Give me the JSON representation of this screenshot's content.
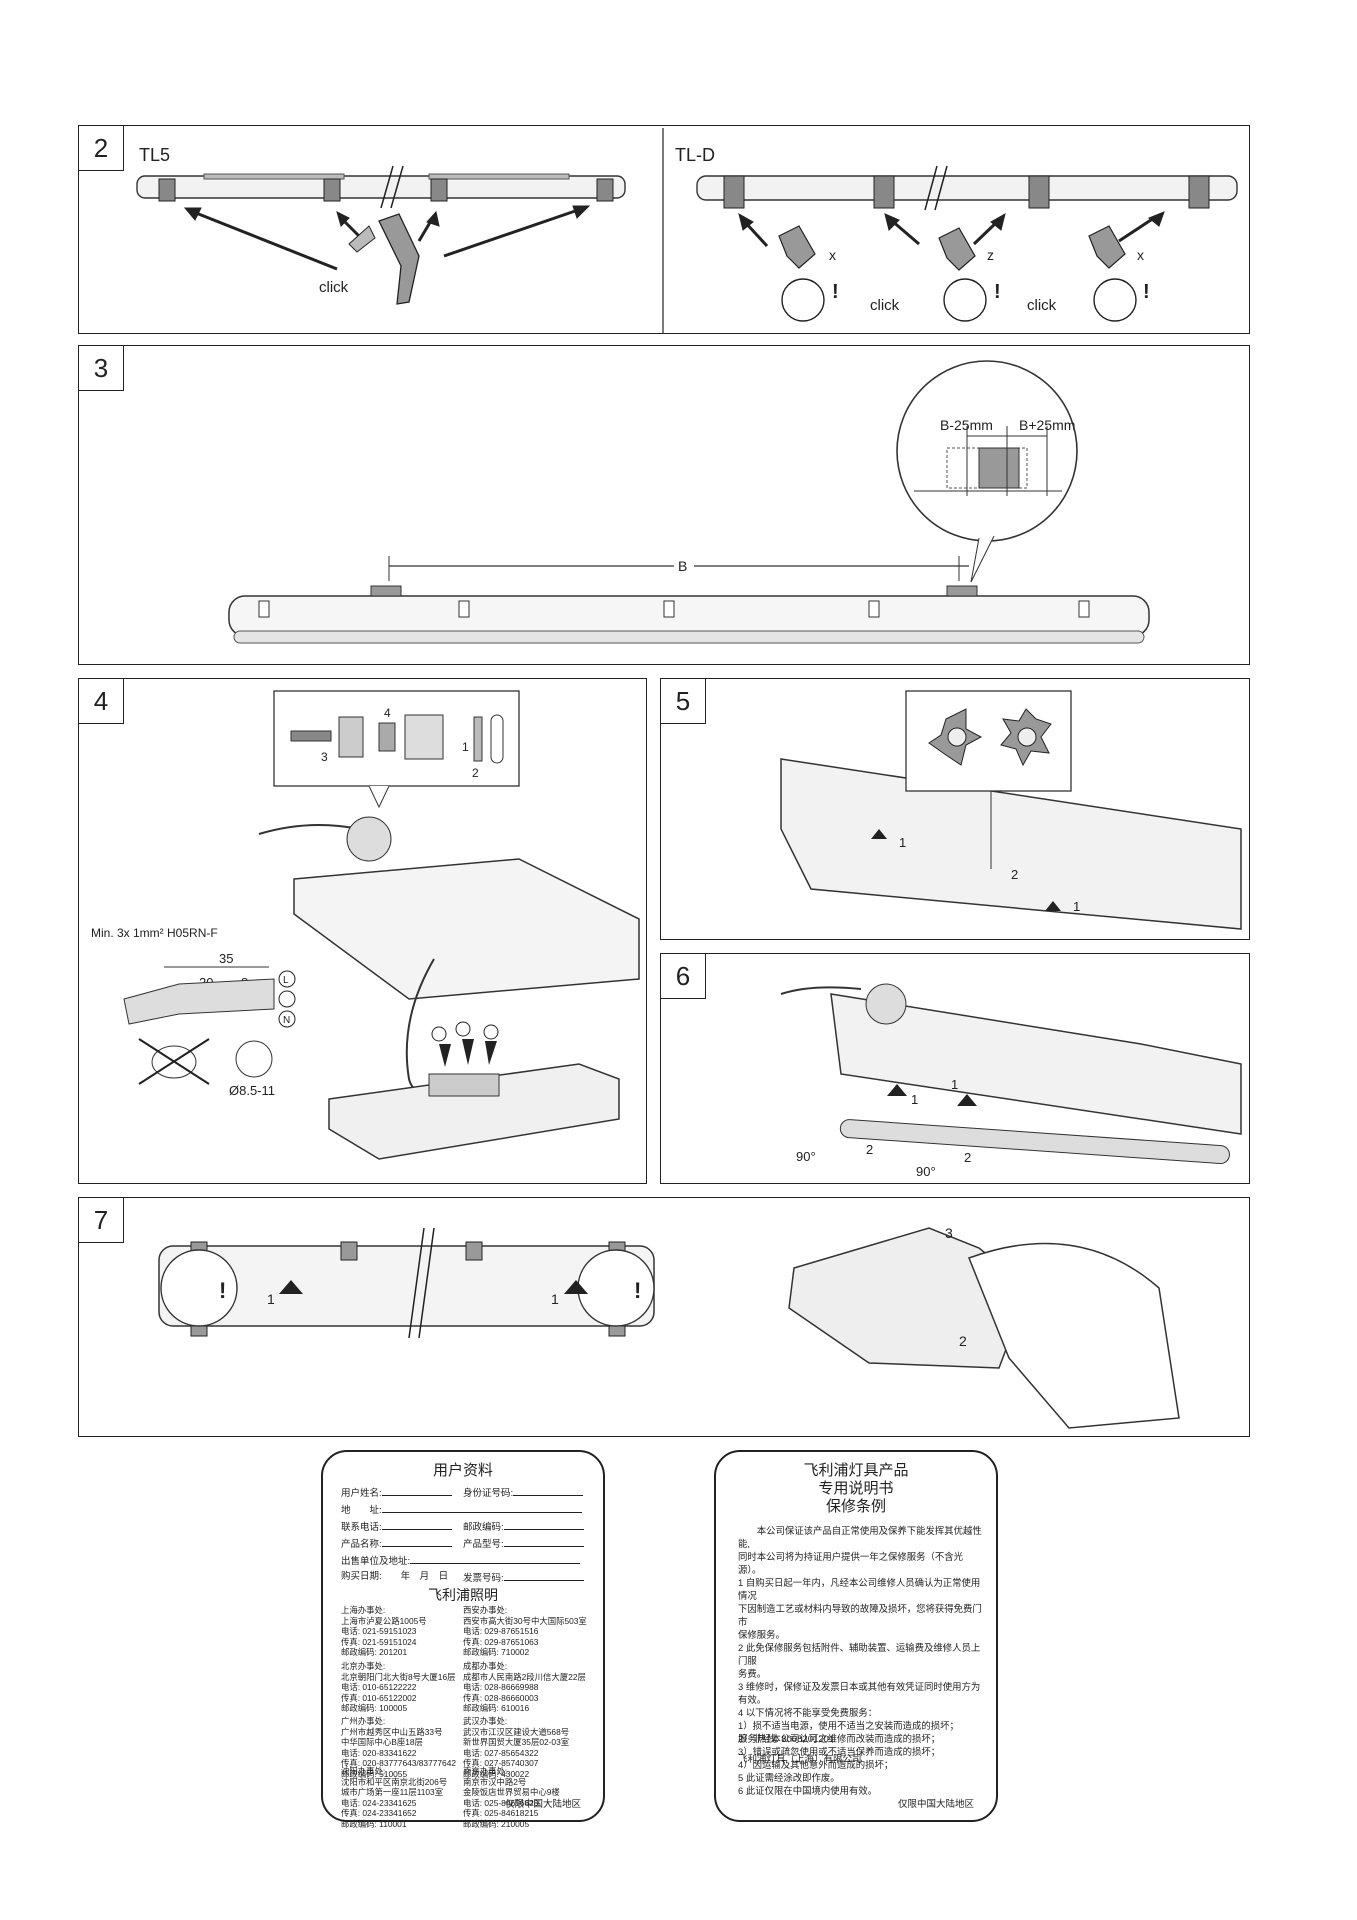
{
  "steps": {
    "s2": {
      "num": "2",
      "left_label": "TL5",
      "right_label": "TL-D",
      "click": "click",
      "x": "x",
      "z": "z",
      "excl": "!"
    },
    "s3": {
      "num": "3",
      "b_minus": "B-25mm",
      "b_plus": "B+25mm",
      "b": "B"
    },
    "s4": {
      "num": "4",
      "cable": "Min. 3x 1mm²  H05RN-F",
      "d35": "35",
      "d20": "20",
      "d8": "8",
      "dia": "Ø8.5-11",
      "n1": "1",
      "n2": "2",
      "n3": "3",
      "n4": "4",
      "L": "L",
      "N": "N"
    },
    "s5": {
      "num": "5",
      "n1": "1",
      "n2": "2"
    },
    "s6": {
      "num": "6",
      "n1": "1",
      "n2": "2",
      "deg": "90°"
    },
    "s7": {
      "num": "7",
      "n1": "1",
      "n2": "2",
      "n3": "3",
      "excl": "!"
    }
  },
  "card_user": {
    "title": "用户资料",
    "f_name": "用户姓名:",
    "f_id": "身份证号码:",
    "f_addr": "地　　址:",
    "f_phone": "联系电话:",
    "f_zip": "邮政编码:",
    "f_product": "产品名称:",
    "f_model": "产品型号:",
    "f_seller": "出售单位及地址:",
    "f_date": "购买日期:　　年　月　日",
    "f_invoice": "发票号码:",
    "brand": "飞利浦照明",
    "offices": [
      "上海办事处:\n上海市泸夏公路1005号\n电话: 021-59151023\n传真: 021-59151024\n邮政编码: 201201",
      "西安办事处:\n西安市高大街30号中大国际503室\n电话: 029-87651516\n传真: 029-87651063\n邮政编码: 710002",
      "北京办事处:\n北京朝阳门北大街8号大厦16层\n电话: 010-65122222\n传真: 010-65122002\n邮政编码: 100005",
      "成都办事处:\n成都市人民南路2段川信大厦22层\n电话: 028-86669988\n传真: 028-86660003\n邮政编码: 610016",
      "广州办事处:\n广州市越秀区中山五路33号\n中华国际中心B座18层\n电话: 020-83341622\n传真: 020-83777643/83777642\n邮政编码: 510055",
      "武汉办事处:\n武汉市江汉区建设大道568号\n新世界国贸大厦35层02-03室\n电话: 027-85654322\n传真: 027-85740307\n邮政编码: 430022",
      "沈阳办事处:\n沈阳市和平区南京北街206号\n城市广场第一座11层1103室\n电话: 024-23341625\n传真: 024-23341652\n邮政编码: 110001",
      "南京办事处:\n南京市汉中路2号\n金陵饭店世界贸易中心9楼\n电话: 025-84656628\n传真: 025-84618215\n邮政编码: 210005"
    ],
    "footer": "仅限中国大陆地区"
  },
  "card_warranty": {
    "title1": "飞利浦灯具产品",
    "title2": "专用说明书",
    "title3": "保修条例",
    "lines": [
      "　　本公司保证该产品自正常使用及保养下能发挥其优越性能,",
      "同时本公司将为持证用户提供一年之保修服务（不含光源）。",
      "1 自购买日起一年内，凡经本公司维修人员确认为正常使用情况",
      "下因制造工艺或材料内导致的故障及损坏，您将获得免费门市",
      "保修服务。",
      "2 此免保修服务包括附件、辅助装置、运输费及维修人员上门服",
      "务费。",
      "3 维修时，保修证及发票日本或其他有效凭证同时使用方为有效。",
      "4 以下情况将不能享受免费服务：",
      "1）损不适当电源，使用不适当之安装而造成的损坏；",
      "2）非经本公司认可之维修而改装而造成的损坏；",
      "3）错误或疏忽使用或不适当保养而造成的损坏；",
      "4）因运输及其他意外而造成的损坏；",
      "5 此证需经涂改即作废。",
      "6 此证仅限在中国境内使用有效。"
    ],
    "hotline": "服务热线: 8008201201",
    "company": "飞利浦灯具（上海）有限公司",
    "footer": "仅限中国大陆地区"
  }
}
